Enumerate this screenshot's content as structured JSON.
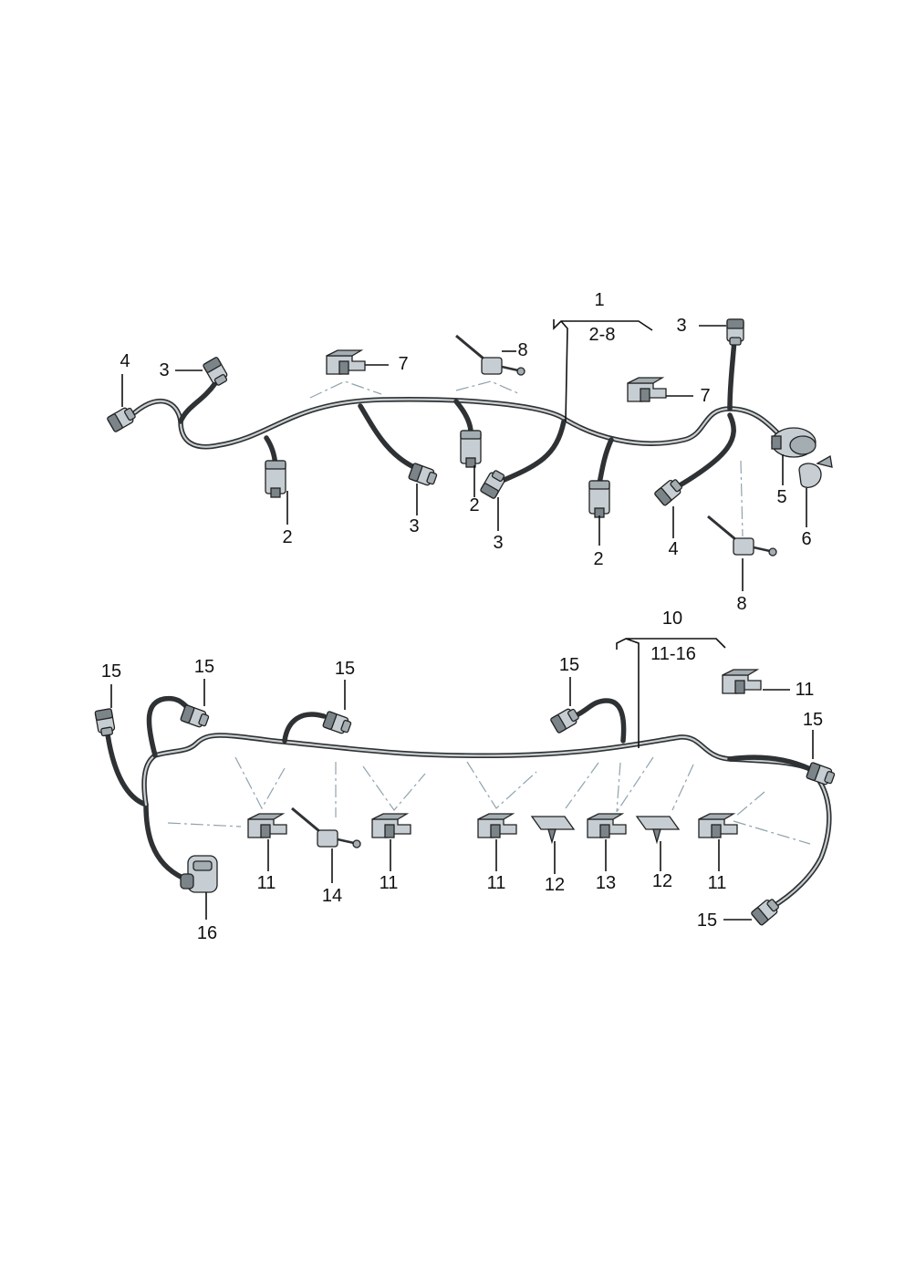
{
  "callouts": {
    "group_1": "1",
    "group_1_range": "2-8",
    "group_10": "10",
    "group_10_range": "11-16",
    "p2": "2",
    "p3": "3",
    "p4": "4",
    "p5": "5",
    "p6": "6",
    "p7": "7",
    "p8": "8",
    "p11": "11",
    "p12": "12",
    "p13": "13",
    "p14": "14",
    "p15": "15",
    "p16": "16"
  },
  "colors": {
    "wire": "#2f3234",
    "part": "#c6ced3",
    "leader": "#111111",
    "dashline": "#8fa3ad"
  }
}
